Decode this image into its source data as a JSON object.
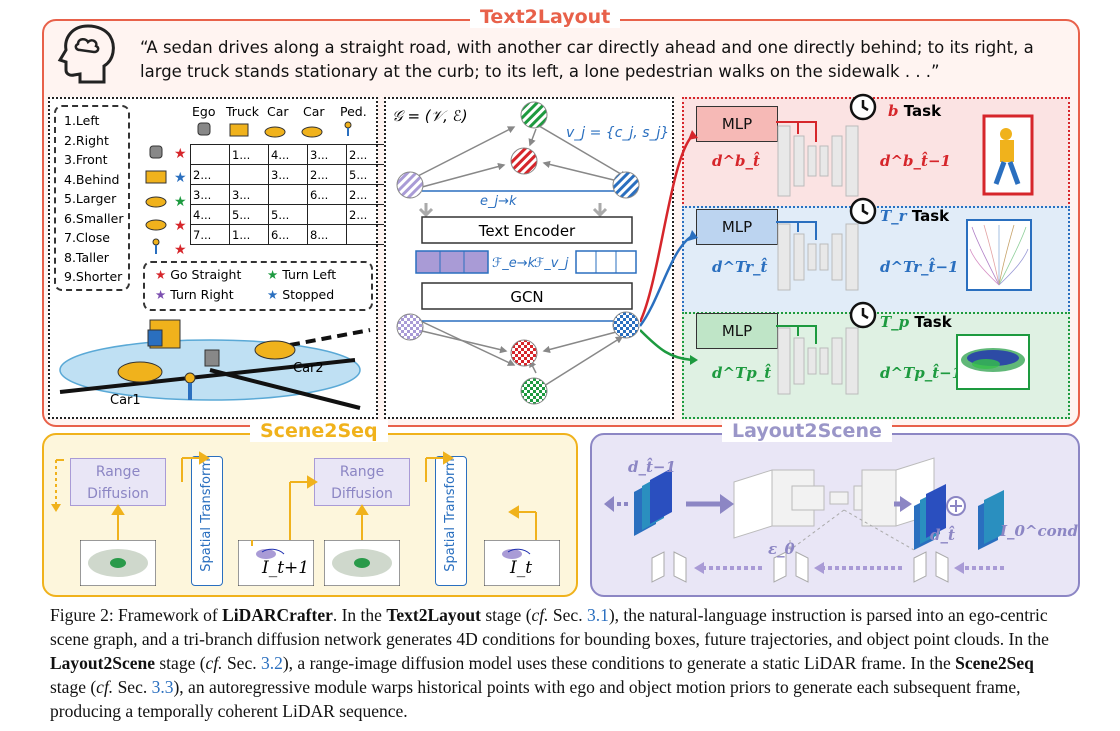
{
  "text2layout": {
    "title": "Text2Layout",
    "quote": "“A sedan drives along a straight road, with another car directly ahead and one directly behind; to its right, a large truck stands stationary at the curb; to its left, a lone pedestrian walks on the sidewalk . . .”",
    "relations": [
      "1.Left",
      "2.Right",
      "3.Front",
      "4.Behind",
      "5.Larger",
      "6.Smaller",
      "7.Close",
      "8.Taller",
      "9.Shorter"
    ],
    "columns": [
      "Ego",
      "Truck",
      "Car",
      "Car",
      "Ped."
    ],
    "rows": [
      [
        "",
        "1...",
        "4...",
        "3...",
        "2..."
      ],
      [
        "2...",
        "",
        "3...",
        "2...",
        "5..."
      ],
      [
        "3...",
        "3...",
        "",
        "6...",
        "2..."
      ],
      [
        "4...",
        "5...",
        "5...",
        "",
        "2..."
      ],
      [
        "7...",
        "1...",
        "6...",
        "8...",
        ""
      ]
    ],
    "legend": [
      "Go Straight",
      "Turn Left",
      "Turn Right",
      "Stopped"
    ],
    "scene_labels": [
      "Car1",
      "Car2"
    ],
    "graph_eq": "𝒢 = (𝒱, ℰ)",
    "node_eq": "v_j = {c_j, s_j}",
    "edge_label": "e_j→k",
    "text_encoder": "Text Encoder",
    "gcn": "GCN",
    "feat_e": "ℱ_e→k",
    "feat_v": "ℱ_v_j",
    "mlp": "MLP",
    "tasks": [
      {
        "symbol": "b",
        "label": "Task",
        "d_in": "d^b_t̂",
        "d_out": "d^b_t̂−1",
        "color": "#d6262b"
      },
      {
        "symbol": "T_r",
        "label": "Task",
        "d_in": "d^Tr_t̂",
        "d_out": "d^Tr_t̂−1",
        "color": "#2a6fbf"
      },
      {
        "symbol": "T_p",
        "label": "Task",
        "d_in": "d^Tp_t̂",
        "d_out": "d^Tp_t̂−1",
        "color": "#1d9a3f"
      }
    ]
  },
  "scene2seq": {
    "title": "Scene2Seq",
    "range_diffusion": "Range Diffusion",
    "spatial_transform": "Spatial Transform",
    "frames": [
      "I_t+1",
      "I_t"
    ]
  },
  "layout2scene": {
    "title": "Layout2Scene",
    "d_prev": "d_t̂−1",
    "d_curr": "d_t̂",
    "eps": "ε_θ",
    "cond": "I_0^cond"
  },
  "caption": {
    "fig": "Figure 2: Framework of ",
    "name": "LiDARCrafter",
    "s1": ". In the ",
    "t2l": "Text2Layout",
    "s2": " stage (",
    "cf": "cf.",
    "sec1": "3.1",
    "s3": "), the natural-language instruction is parsed into an ego-centric scene graph, and a tri-branch diffusion network generates 4D conditions for bounding boxes, future trajectories, and object point clouds. In the ",
    "l2s": "Layout2Scene",
    "s4": " stage (",
    "sec2": "3.2",
    "s5": "), a range-image diffusion model uses these conditions to generate a static LiDAR frame. In the ",
    "s2s": "Scene2Seq",
    "s6": " stage (",
    "sec3": "3.3",
    "s7": "), an autoregressive module warps historical points with ego and object motion priors to generate each subsequent frame, producing a temporally coherent LiDAR sequence."
  },
  "colors": {
    "t2l": "#e8614a",
    "s2s": "#f0b21c",
    "l2s": "#8c86c4",
    "red": "#d6262b",
    "blue": "#2a6fbf",
    "green": "#1d9a3f"
  }
}
